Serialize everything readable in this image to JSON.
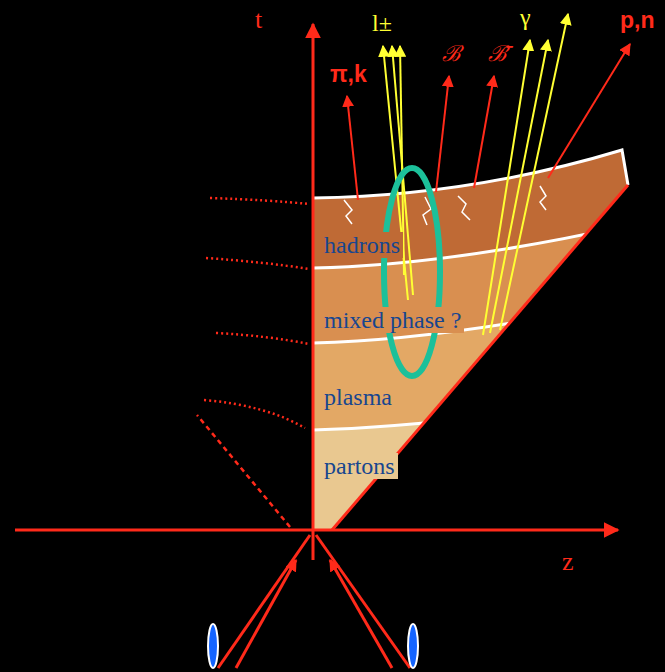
{
  "diagram": {
    "labels": [
      "t",
      "z",
      "π,k",
      "l±",
      "ℬ",
      "ℬ̄",
      "γ",
      "p,n",
      "hadrons",
      "mixed phase ?",
      "plasma",
      "partons"
    ]
  }
}
